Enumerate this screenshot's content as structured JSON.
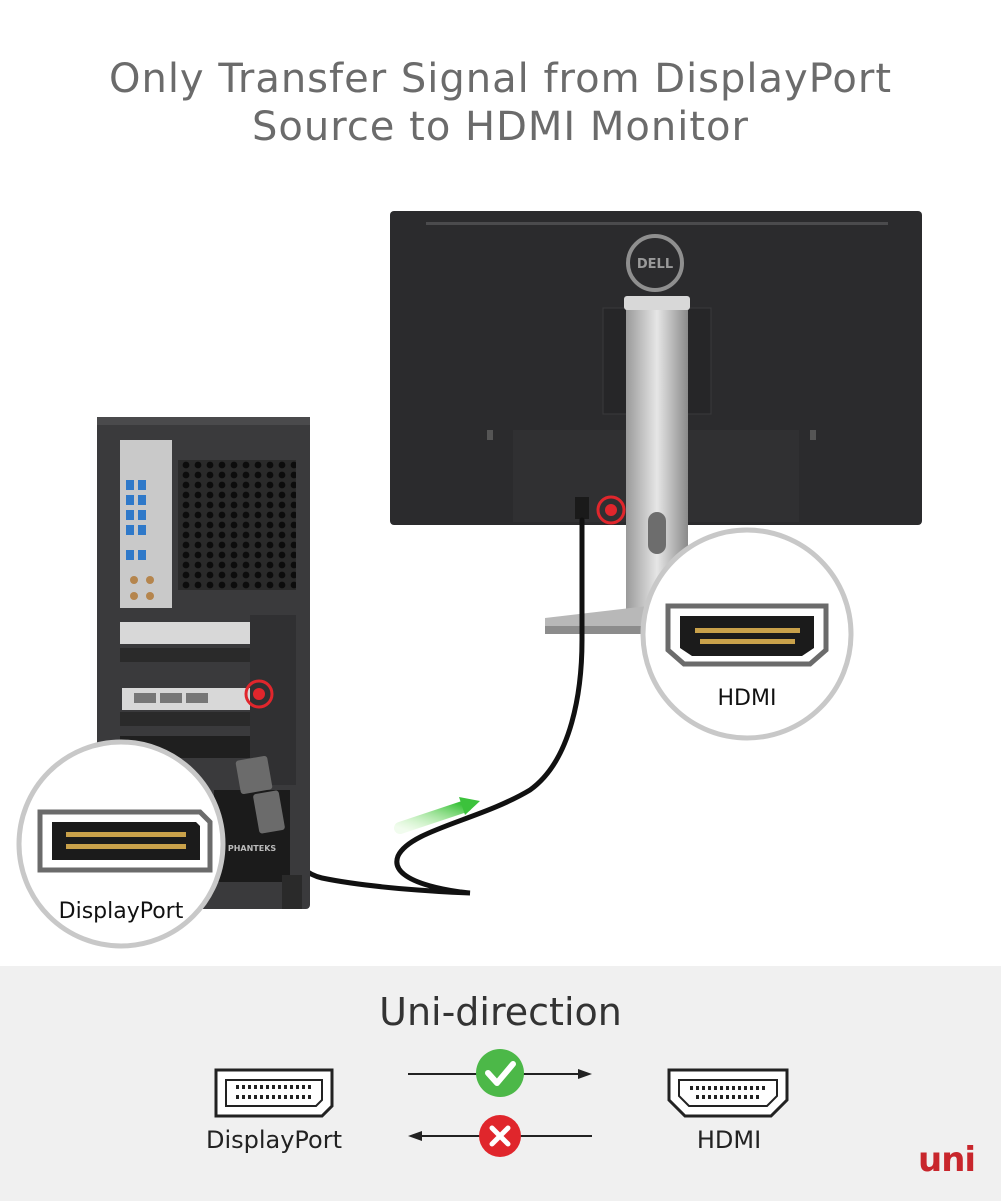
{
  "header": {
    "title_line1": "Only Transfer Signal from DisplayPort",
    "title_line2": "Source to HDMI Monitor"
  },
  "callouts": {
    "hdmi_label": "HDMI",
    "displayport_label": "DisplayPort",
    "monitor_brand": "DELL",
    "case_brand": "PHANTEKS"
  },
  "direction_panel": {
    "heading": "Uni-direction",
    "left_label": "DisplayPort",
    "right_label": "HDMI",
    "forward_status": "check-icon",
    "reverse_status": "cross-icon"
  },
  "brand_logo": "uni",
  "colors": {
    "accent_red": "#e0262c",
    "check_green": "#4cb848",
    "title_gray": "#6b6b6b",
    "panel_bg": "#f0f0f0"
  }
}
